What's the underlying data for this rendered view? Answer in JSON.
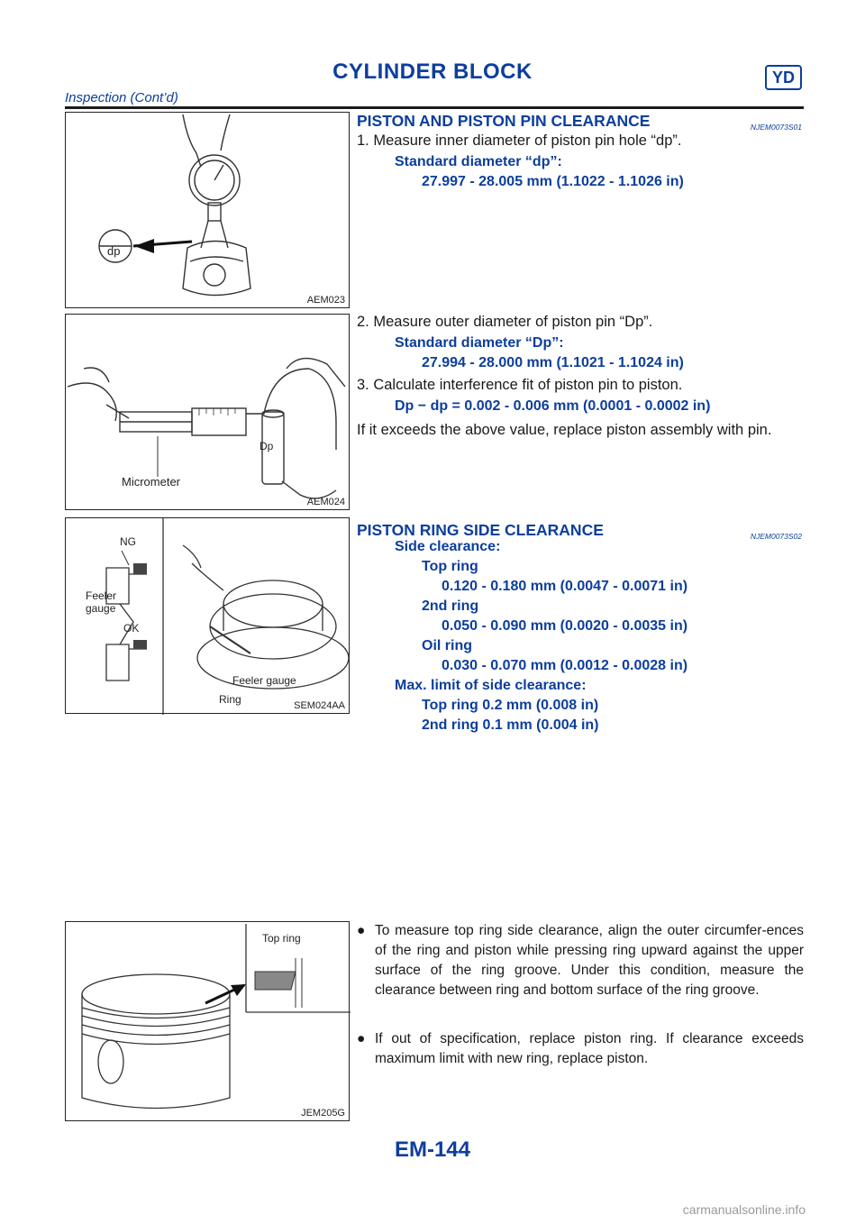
{
  "header": {
    "title": "CYLINDER BLOCK",
    "badge": "YD",
    "subtitle": "Inspection (Cont’d)"
  },
  "section1": {
    "heading": "PISTON AND PISTON PIN CLEARANCE",
    "code": "NJEM0073S01",
    "step1": "1. Measure inner diameter of piston pin hole “dp”.",
    "std_label_dp": "Standard diameter “dp”:",
    "std_value_dp": "27.997 - 28.005 mm (1.1022 - 1.1026 in)",
    "step2": "2. Measure outer diameter of piston pin “Dp”.",
    "std_label_Dp": "Standard diameter “Dp”:",
    "std_value_Dp": "27.994 - 28.000 mm (1.1021 - 1.1024 in)",
    "step3": "3. Calculate interference fit of piston pin to piston.",
    "formula": "Dp − dp = 0.002 - 0.006 mm (0.0001 - 0.0002 in)",
    "note": "If it exceeds the above value, replace piston assembly with pin."
  },
  "section2": {
    "heading": "PISTON RING SIDE CLEARANCE",
    "code": "NJEM0073S02",
    "side_label": "Side clearance:",
    "top_ring": "Top ring",
    "top_ring_value": "0.120 - 0.180 mm (0.0047 - 0.0071 in)",
    "second_ring": "2nd ring",
    "second_ring_value": "0.050 - 0.090 mm (0.0020 - 0.0035 in)",
    "oil_ring": "Oil ring",
    "oil_ring_value": "0.030 - 0.070 mm (0.0012 - 0.0028 in)",
    "max_label": "Max. limit of side clearance:",
    "max_top": "Top ring 0.2 mm (0.008 in)",
    "max_second": "2nd ring 0.1 mm (0.004 in)"
  },
  "bullets": [
    "To measure top ring side clearance, align the outer circumfer-ences of the ring and piston while pressing ring upward against the upper surface of the ring groove. Under this condition, measure the clearance between ring and bottom surface of the ring groove.",
    "If out of specification, replace piston ring. If clearance exceeds maximum limit with new ring, replace piston."
  ],
  "bullet_marker": "●",
  "figures": {
    "fig1": {
      "id": "AEM023",
      "label": "dp"
    },
    "fig2": {
      "id": "AEM024",
      "label_micrometer": "Micrometer",
      "label_dp": "Dp"
    },
    "fig3": {
      "id": "SEM024AA",
      "label_ng": "NG",
      "label_feeler_left_1": "Feeler",
      "label_feeler_left_2": "gauge",
      "label_ok": "OK",
      "label_feeler_right": "Feeler gauge",
      "label_ring": "Ring"
    },
    "fig4": {
      "id": "JEM205G",
      "label_top_ring": "Top ring"
    }
  },
  "footer": {
    "page": "EM-144"
  },
  "watermark": "carmanualsonline.info"
}
